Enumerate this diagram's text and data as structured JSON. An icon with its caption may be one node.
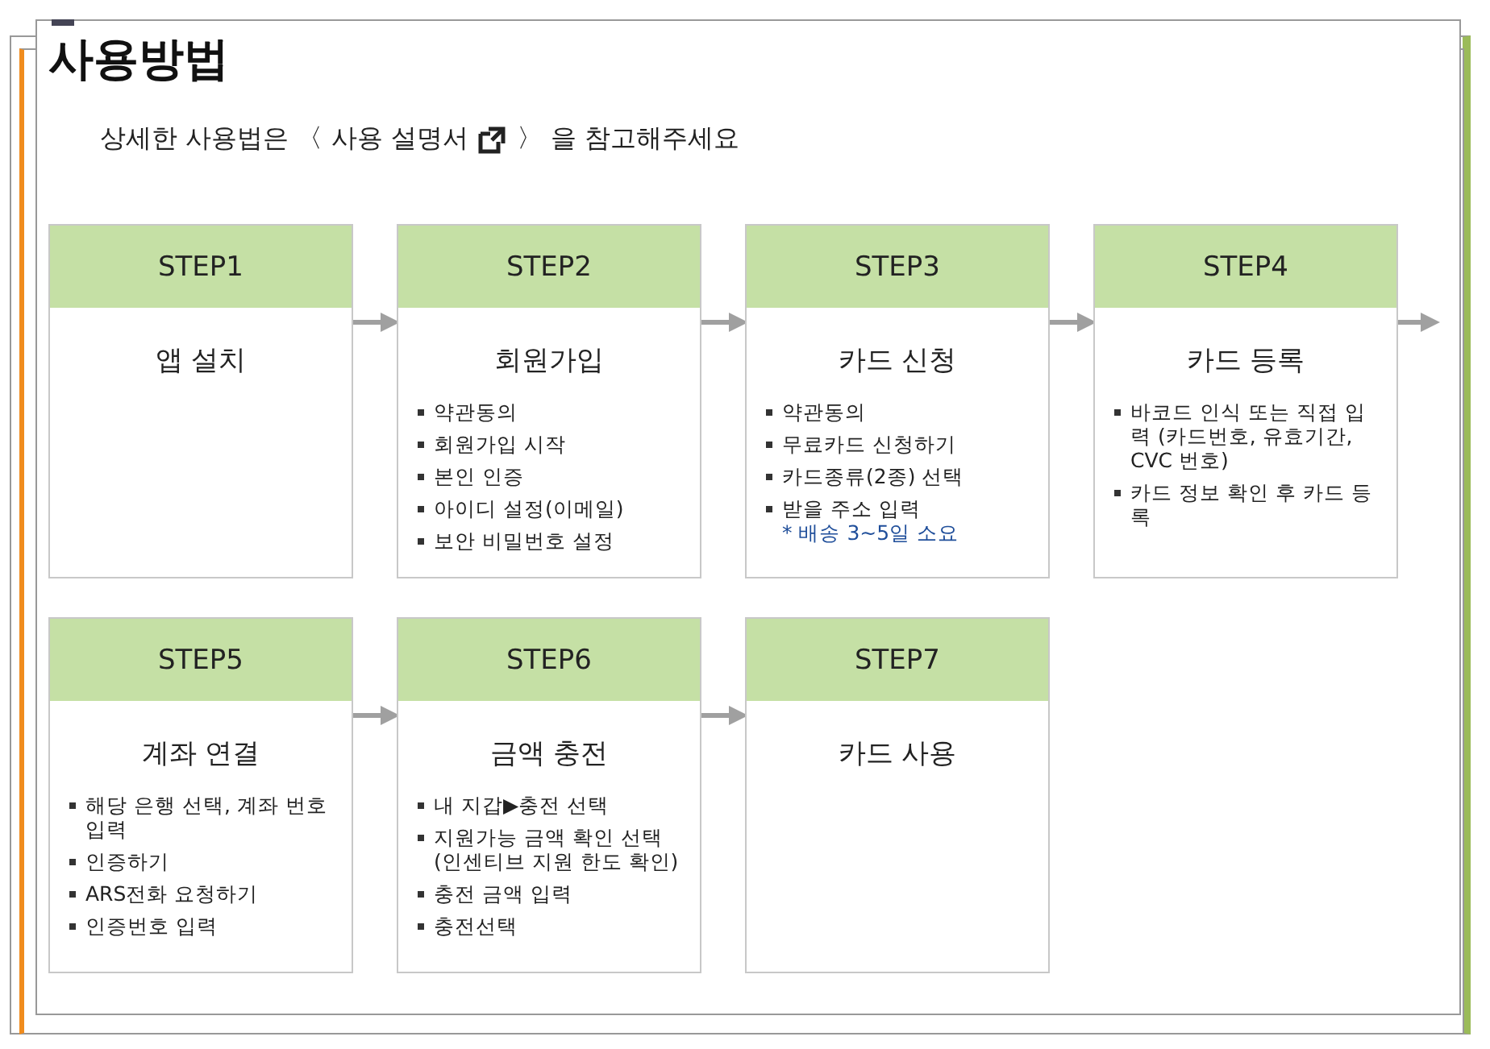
{
  "diagram": {
    "title": "사용방법",
    "nodes": [
      {
        "text": [
          "STEP1",
          "앱 설치"
        ]
      },
      {
        "text": [
          "STEP2",
          "회원가입",
          "약관동의",
          "회원가입 시작",
          "본인 인증",
          "아이디 설정(이메일)",
          "보안 비밀번호 설정"
        ]
      },
      {
        "text": [
          "STEP3",
          "카드 신청",
          "약관동의",
          "무료카드 신청하기",
          "카드종류(2종) 선택",
          "받을 주소 입력",
          "* 배송 3~5일 소요"
        ]
      },
      {
        "text": [
          "STEP4",
          "카드 등록",
          "바코드 인식 또는 직접 입력 (카드번호, 유효기간, CVC 번호)",
          "카드 정보 확인 후 카드 등록"
        ]
      },
      {
        "text": [
          "STEP5",
          "계좌 연결",
          "해당 은행 선택, 계좌 번호 입력",
          "인증하기",
          "ARS전화 요청하기",
          "인증번호 입력"
        ]
      },
      {
        "text": [
          "STEP6",
          "금액 충전",
          "내 지갑▶충전 선택",
          "지원가능 금액 확인 선택(인센티브 지원 한도 확인)",
          "충전 금액 입력",
          "충전선택"
        ]
      },
      {
        "text": [
          "STEP7",
          "카드 사용"
        ]
      }
    ],
    "edges": [
      {
        "from": 0,
        "to": 1,
        "arrow": "to"
      },
      {
        "from": 1,
        "to": 2,
        "arrow": "to"
      },
      {
        "from": 2,
        "to": 3,
        "arrow": "to"
      },
      {
        "from": 3,
        "to": null,
        "arrow": "to"
      },
      {
        "from": 4,
        "to": 5,
        "arrow": "to"
      },
      {
        "from": 5,
        "to": 6,
        "arrow": "to"
      }
    ],
    "labels": [
      "상세한 사용법은 〈 사용 설명서",
      "〉 을 참고해주세요"
    ]
  }
}
